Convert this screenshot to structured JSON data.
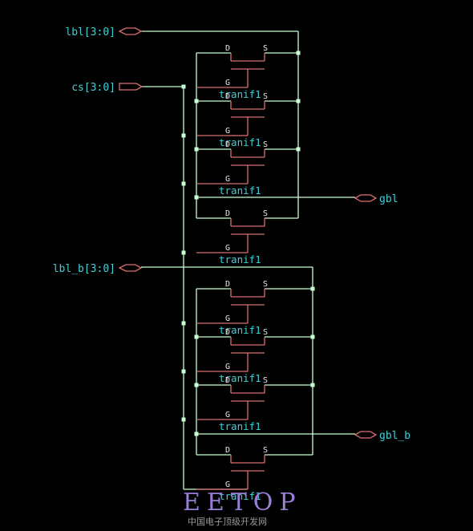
{
  "ports": {
    "lbl": "lbl[3:0]",
    "cs": "cs[3:0]",
    "lbl_b": "lbl_b[3:0]",
    "gbl": "gbl",
    "gbl_b": "gbl_b"
  },
  "device": {
    "name": "tranif1",
    "pin_d": "D",
    "pin_s": "S",
    "pin_g": "G"
  },
  "watermark": {
    "title": "EETOP",
    "subtitle": "中国电子顶级开发网"
  },
  "colors": {
    "background": "#000000",
    "wire": "#c8ffd0",
    "device": "#d96f6f",
    "label": "#3fd0d8"
  }
}
